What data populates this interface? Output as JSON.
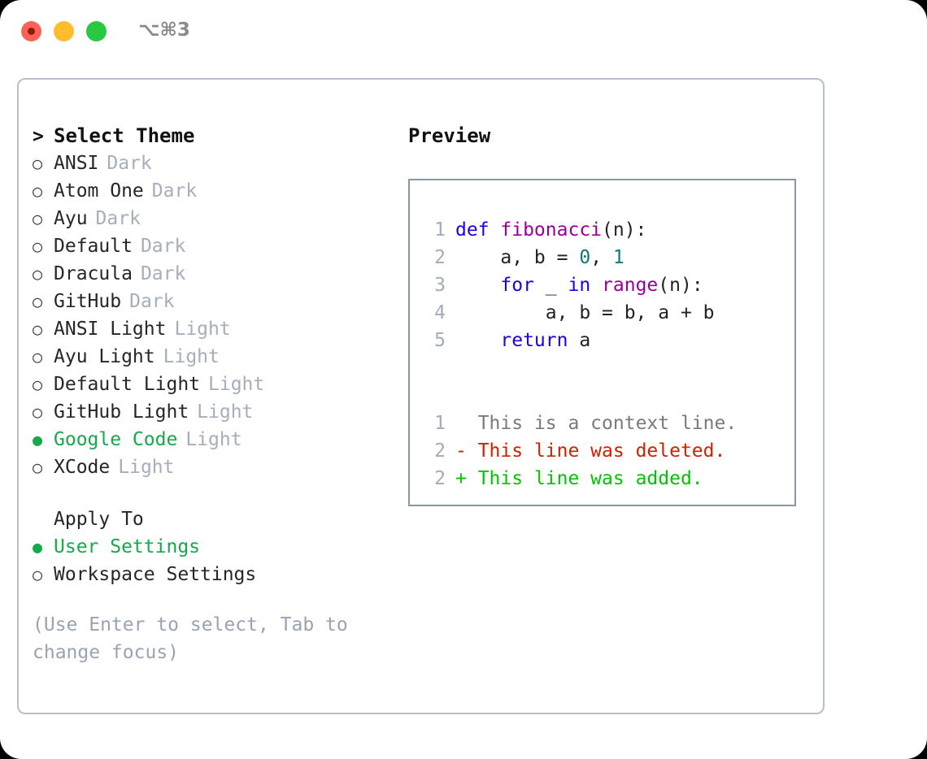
{
  "titlebar": {
    "shortcut": "⌥⌘3",
    "buttons": {
      "close": "close-button",
      "minimize": "minimize-button",
      "maximize": "maximize-button"
    }
  },
  "theme_picker": {
    "header": "Select Theme",
    "header_marker": ">",
    "marker_selected": "●",
    "marker_unselected": "○",
    "items": [
      {
        "name": "ANSI",
        "variant": "Dark",
        "selected": false
      },
      {
        "name": "Atom One",
        "variant": "Dark",
        "selected": false
      },
      {
        "name": "Ayu",
        "variant": "Dark",
        "selected": false
      },
      {
        "name": "Default",
        "variant": "Dark",
        "selected": false
      },
      {
        "name": "Dracula",
        "variant": "Dark",
        "selected": false
      },
      {
        "name": "GitHub",
        "variant": "Dark",
        "selected": false
      },
      {
        "name": "ANSI Light",
        "variant": "Light",
        "selected": false
      },
      {
        "name": "Ayu Light",
        "variant": "Light",
        "selected": false
      },
      {
        "name": "Default Light",
        "variant": "Light",
        "selected": false
      },
      {
        "name": "GitHub Light",
        "variant": "Light",
        "selected": false
      },
      {
        "name": "Google Code",
        "variant": "Light",
        "selected": true
      },
      {
        "name": "XCode",
        "variant": "Light",
        "selected": false
      }
    ]
  },
  "apply_to": {
    "header": "Apply To",
    "options": [
      {
        "label": "User Settings",
        "selected": true
      },
      {
        "label": "Workspace Settings",
        "selected": false
      }
    ]
  },
  "help": {
    "line1": "(Use Enter to select, Tab to",
    "line2": "change focus)"
  },
  "preview": {
    "title": "Preview",
    "code_lines": [
      {
        "lineno": "1",
        "tokens": [
          {
            "text": "def ",
            "kind": "kw"
          },
          {
            "text": "fibonacci",
            "kind": "fn"
          },
          {
            "text": "(n):",
            "kind": "plain"
          }
        ]
      },
      {
        "lineno": "2",
        "tokens": [
          {
            "text": "    a, b = ",
            "kind": "plain"
          },
          {
            "text": "0",
            "kind": "num"
          },
          {
            "text": ", ",
            "kind": "plain"
          },
          {
            "text": "1",
            "kind": "num"
          }
        ]
      },
      {
        "lineno": "3",
        "tokens": [
          {
            "text": "    ",
            "kind": "plain"
          },
          {
            "text": "for",
            "kind": "kw"
          },
          {
            "text": " _ ",
            "kind": "plain"
          },
          {
            "text": "in",
            "kind": "kw"
          },
          {
            "text": " ",
            "kind": "plain"
          },
          {
            "text": "range",
            "kind": "fn"
          },
          {
            "text": "(n):",
            "kind": "plain"
          }
        ]
      },
      {
        "lineno": "4",
        "tokens": [
          {
            "text": "        a, b = b, a + b",
            "kind": "plain"
          }
        ]
      },
      {
        "lineno": "5",
        "tokens": [
          {
            "text": "    ",
            "kind": "plain"
          },
          {
            "text": "return",
            "kind": "kw"
          },
          {
            "text": " a",
            "kind": "plain"
          }
        ]
      }
    ],
    "diff_lines": [
      {
        "lineno": "1",
        "prefix": "  ",
        "text": "This is a context line.",
        "kind": "ctx"
      },
      {
        "lineno": "2",
        "prefix": "- ",
        "text": "This line was deleted.",
        "kind": "del"
      },
      {
        "lineno": "2",
        "prefix": "+ ",
        "text": "This line was added.",
        "kind": "add"
      }
    ]
  },
  "colors": {
    "accent_green": "#16a84a",
    "diff_added": "#00c400",
    "diff_deleted": "#cc2200",
    "keyword_blue": "#2000e0",
    "function_purple": "#990099",
    "number_teal": "#0d7a7a",
    "muted_gray": "#a6aebb",
    "panel_border": "#b9c0ca",
    "preview_border": "#8b96a8"
  }
}
